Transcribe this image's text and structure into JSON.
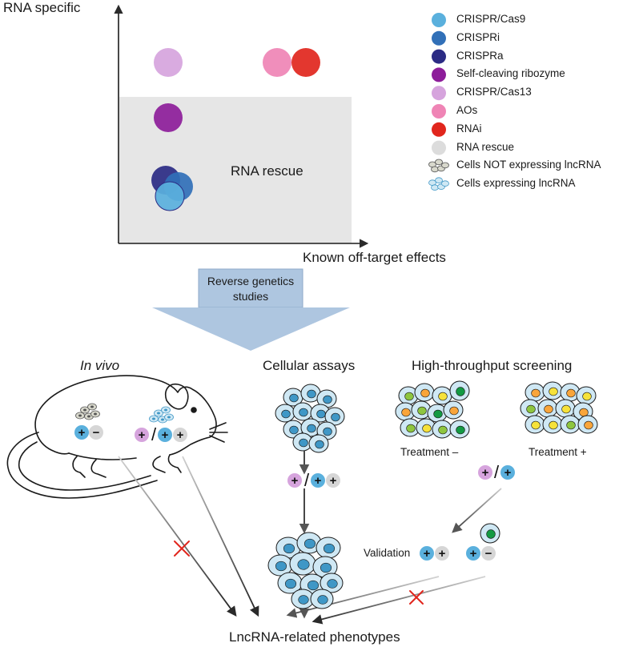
{
  "chart_data": {
    "type": "scatter",
    "ylabel": "RNA specific",
    "xlabel": "Known off-target effects",
    "region_label": "RNA rescue",
    "points": [
      {
        "method": "CRISPR/Cas13",
        "x": "low",
        "y": "high"
      },
      {
        "method": "AOs",
        "x": "high",
        "y": "high"
      },
      {
        "method": "RNAi",
        "x": "high",
        "y": "high"
      },
      {
        "method": "Self-cleaving ribozyme",
        "x": "low",
        "y": "medium"
      },
      {
        "method": "CRISPRa",
        "x": "low",
        "y": "low"
      },
      {
        "method": "CRISPRi",
        "x": "low",
        "y": "low"
      },
      {
        "method": "CRISPR/Cas9",
        "x": "low",
        "y": "low"
      }
    ]
  },
  "legend": [
    {
      "label": "CRISPR/Cas9",
      "color": "#5ab0dd",
      "icon": "circle"
    },
    {
      "label": "CRISPRi",
      "color": "#3170b8",
      "icon": "circle"
    },
    {
      "label": "CRISPRa",
      "color": "#2b2b84",
      "icon": "circle"
    },
    {
      "label": "Self-cleaving ribozyme",
      "color": "#8d1d9a",
      "icon": "circle"
    },
    {
      "label": "CRISPR/Cas13",
      "color": "#d6a4dd",
      "icon": "circle"
    },
    {
      "label": "AOs",
      "color": "#ef84b5",
      "icon": "circle"
    },
    {
      "label": "RNAi",
      "color": "#e1261d",
      "icon": "circle"
    },
    {
      "label": "RNA rescue",
      "color": "#dcdcdc",
      "icon": "circle"
    },
    {
      "label": "Cells NOT expressing lncRNA",
      "color": "#9a9a8a",
      "icon": "gray-cells-icon"
    },
    {
      "label": "Cells expressing lncRNA",
      "color": "#5ab0dd",
      "icon": "blue-cells-icon"
    }
  ],
  "arrow_label": "Reverse genetics studies",
  "sections": {
    "in_vivo": "In vivo",
    "cellular_assays": "Cellular assays",
    "high_throughput": "High-throughput screening",
    "treatment_minus": "Treatment –",
    "treatment_plus": "Treatment +",
    "validation": "Validation",
    "phenotypes": "LncRNA-related phenotypes"
  },
  "symbols": {
    "plus": "+",
    "minus": "−",
    "slash": "/",
    "cross": "✕"
  }
}
